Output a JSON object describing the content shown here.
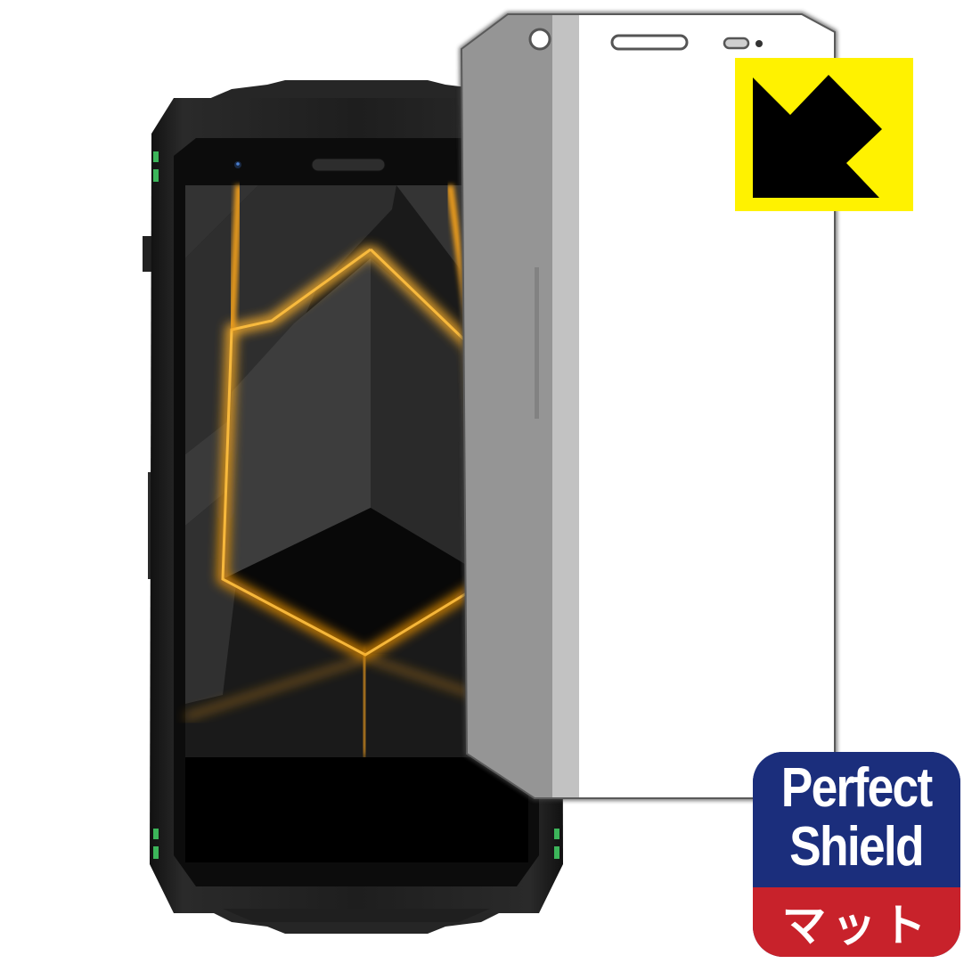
{
  "product": {
    "type": "screen-protector-product-image",
    "phone": {
      "body_color": "#1c1c1c",
      "accent_color": "#3cb55a",
      "wallpaper_glow_color": "#f5a21a"
    },
    "film": {
      "fill_color": "#ffffff",
      "outline_color": "#555555"
    }
  },
  "indicator": {
    "icon": "arrow-down-left-icon",
    "background_color": "#fff200",
    "arrow_color": "#000000"
  },
  "badge": {
    "line1": "Perfect",
    "line2": "Shield",
    "line3": "マット",
    "top_color": "#1b2e7c",
    "bottom_color": "#c8222b",
    "text_color": "#ffffff"
  }
}
